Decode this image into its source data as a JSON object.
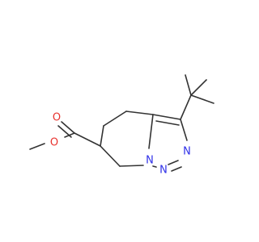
{
  "structure": {
    "type": "skeletal-formula",
    "background": "#ffffff",
    "bond_color": "#333333",
    "atom_labels": {
      "oxygen_carbonyl": {
        "text": "O",
        "color": "#e8332f"
      },
      "oxygen_ester": {
        "text": "O",
        "color": "#e8332f"
      },
      "nitrogen_bridgehead": {
        "text": "N",
        "color": "#2f30e8"
      },
      "nitrogen_middle": {
        "text": "N",
        "color": "#2f30e8"
      },
      "nitrogen_upper": {
        "text": "N",
        "color": "#2f30e8"
      }
    }
  }
}
